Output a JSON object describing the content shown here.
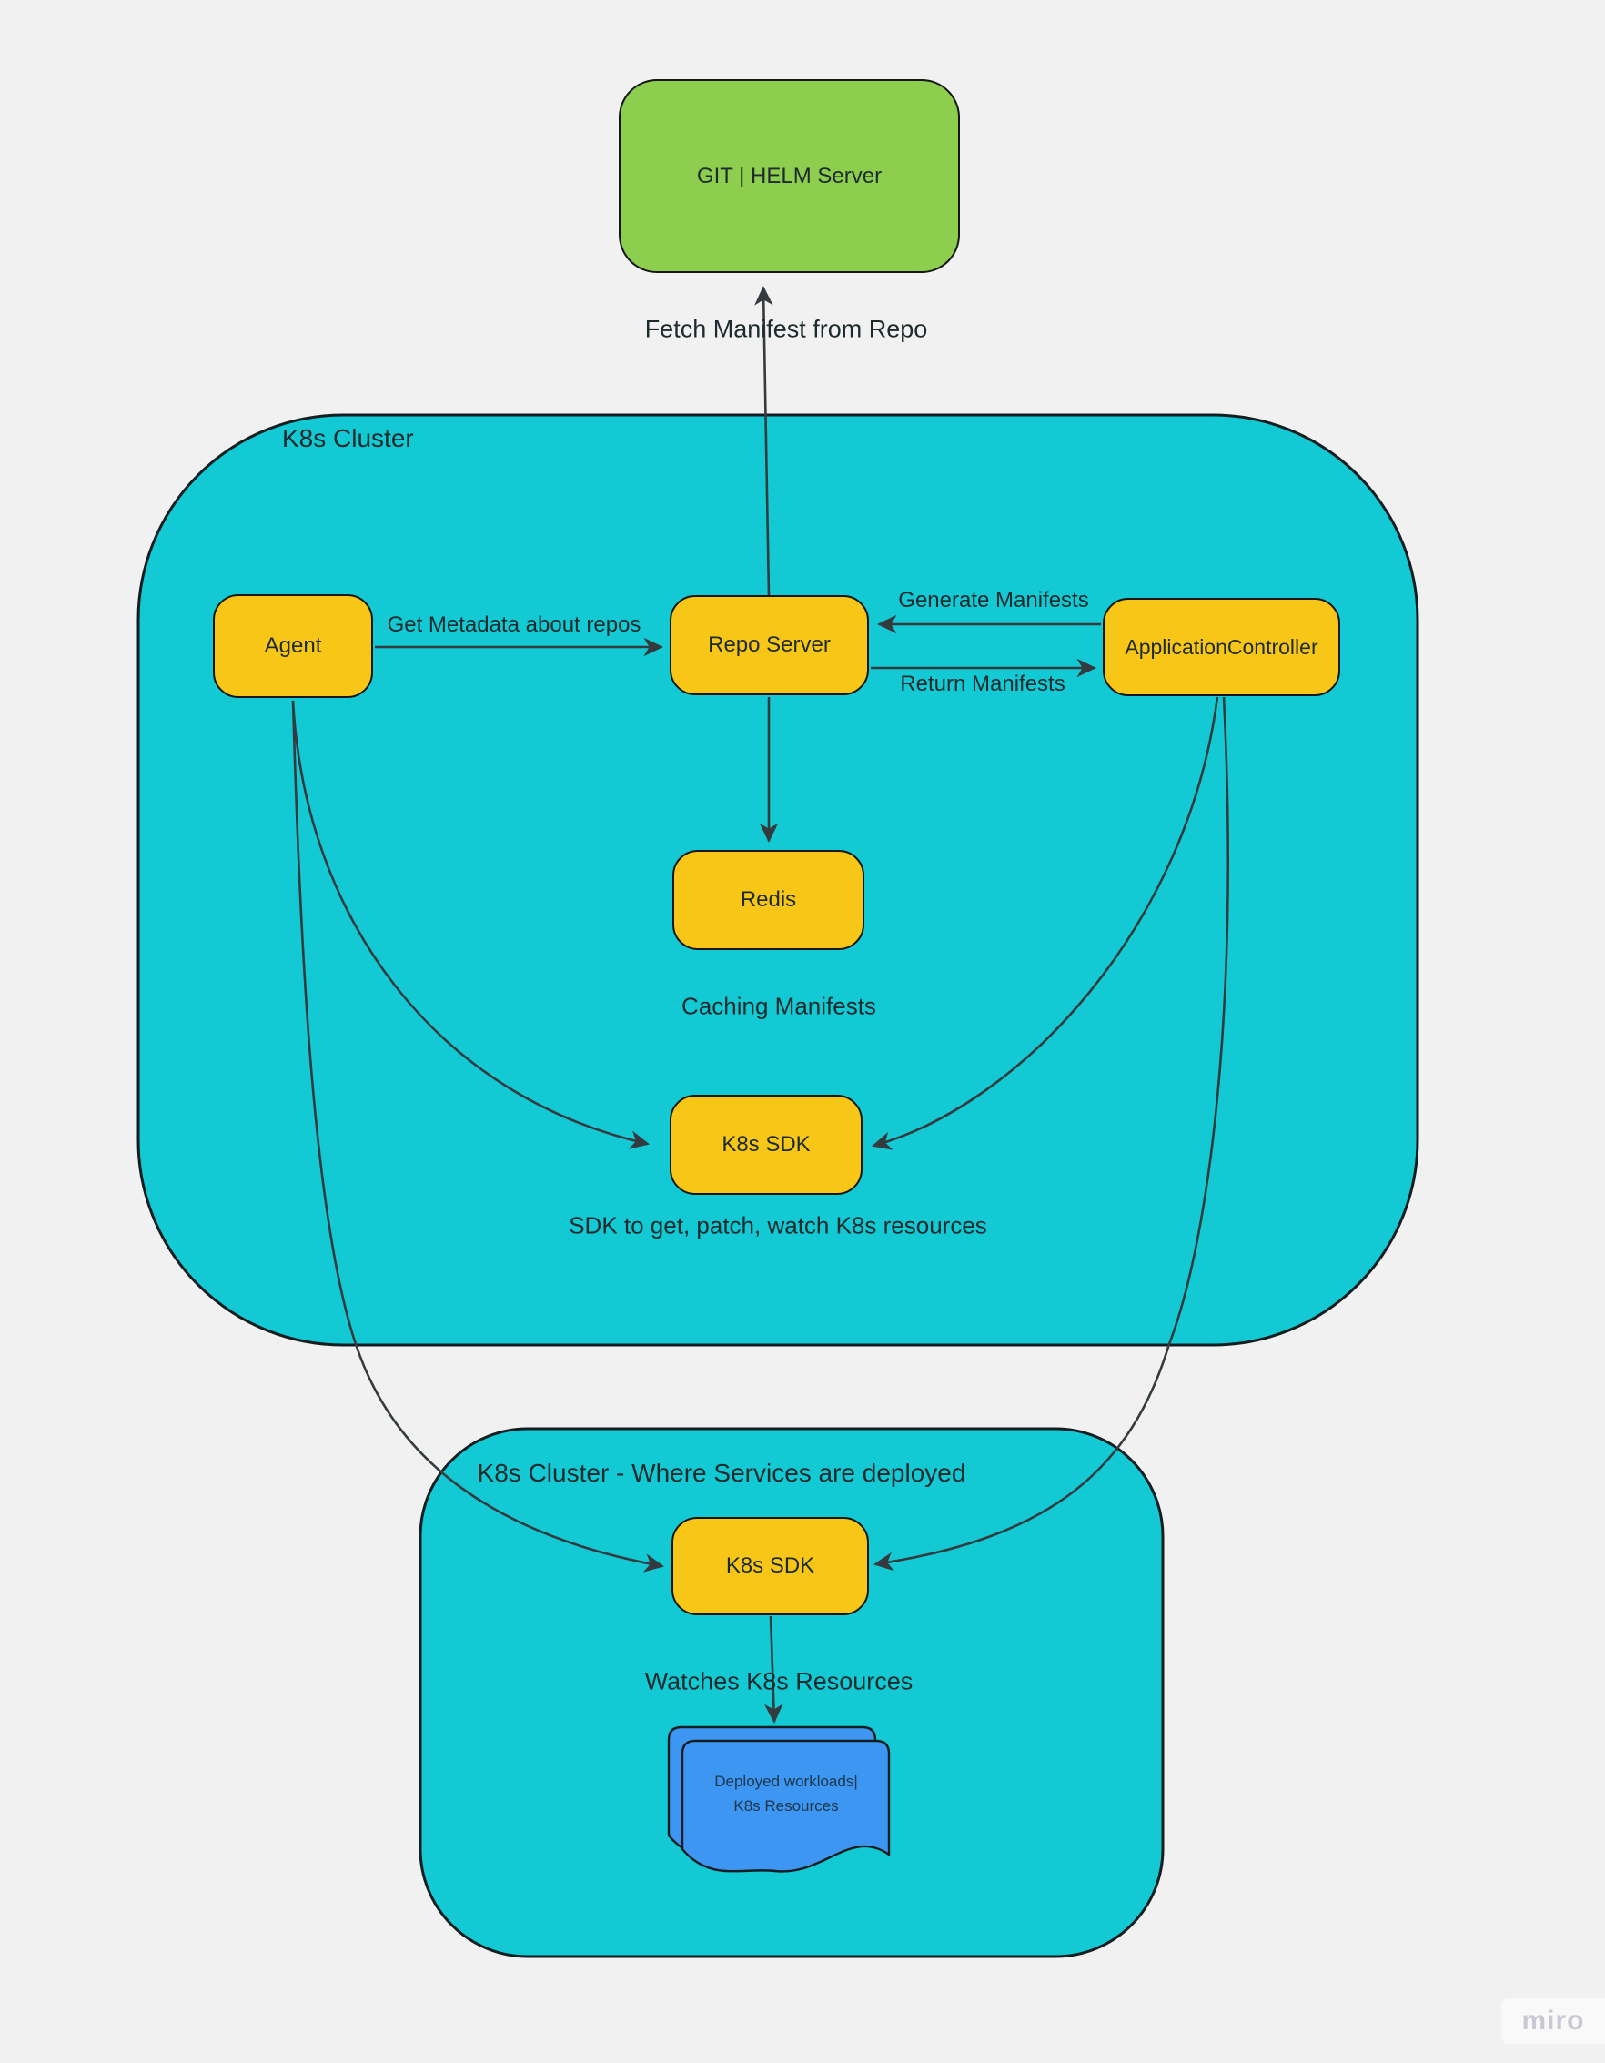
{
  "colors": {
    "background": "#F1F1F1",
    "cluster_fill": "#12C9D4",
    "node_fill": "#F8C617",
    "external_fill": "#8DCE4E",
    "document_fill": "#3D96F2",
    "line": "#333B3E",
    "shape_border": "#141D1F",
    "text": "#1D2B2D",
    "doc_text": "#1D3649",
    "watermark_text": "#C9C9D4"
  },
  "external": {
    "git_helm_server": "GIT | HELM Server"
  },
  "clusters": {
    "main": {
      "label": "K8s Cluster"
    },
    "deploy": {
      "label": "K8s Cluster - Where Services are deployed"
    }
  },
  "nodes": {
    "agent": "Agent",
    "repo_server": "Repo Server",
    "application_controller": "ApplicationController",
    "redis": "Redis",
    "k8s_sdk_main": "K8s SDK",
    "k8s_sdk_deploy": "K8s SDK"
  },
  "edge_labels": {
    "fetch_manifest": "Fetch Manifest from Repo",
    "get_metadata": "Get Metadata about repos",
    "generate_manifests": "Generate Manifests",
    "return_manifests": "Return Manifests"
  },
  "annotations": {
    "caching": "Caching Manifests",
    "sdk_desc": "SDK to get, patch, watch K8s resources",
    "watches": "Watches K8s Resources"
  },
  "document": {
    "line1": "Deployed workloads|",
    "line2": "K8s Resources"
  },
  "watermark": "miro"
}
